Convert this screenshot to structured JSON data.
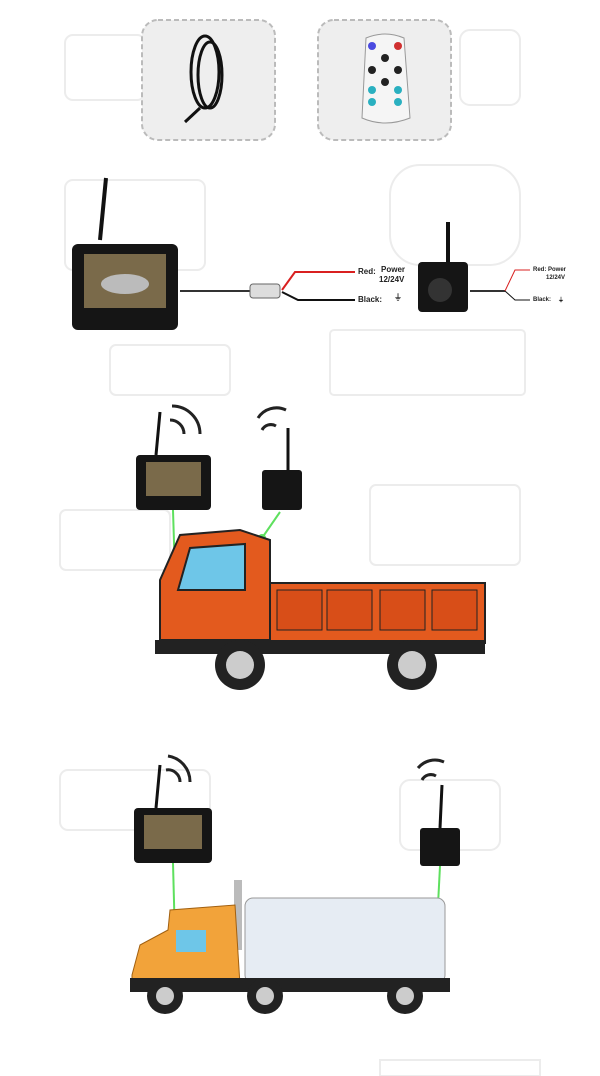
{
  "accessories": {
    "cable": "extension-cable",
    "remote": "remote-control"
  },
  "wiring": {
    "monitor": {
      "red_label": "Red:",
      "power_label": "Power",
      "voltage": "12/24V",
      "black_label": "Black:"
    },
    "camera": {
      "red_label": "Red:",
      "power_label": "Power",
      "voltage": "12/24V",
      "black_label": "Black:"
    }
  },
  "colors": {
    "truck_orange": "#e35a1e",
    "box_truck_orange": "#f2a33a",
    "signal_green": "#5ee05e",
    "red_wire": "#d92020"
  }
}
